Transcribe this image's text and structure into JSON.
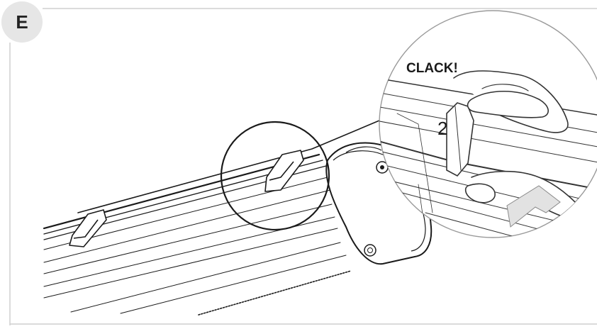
{
  "step_label": "E",
  "callout": {
    "sound_text": "CLACK!",
    "action_number": "2"
  }
}
